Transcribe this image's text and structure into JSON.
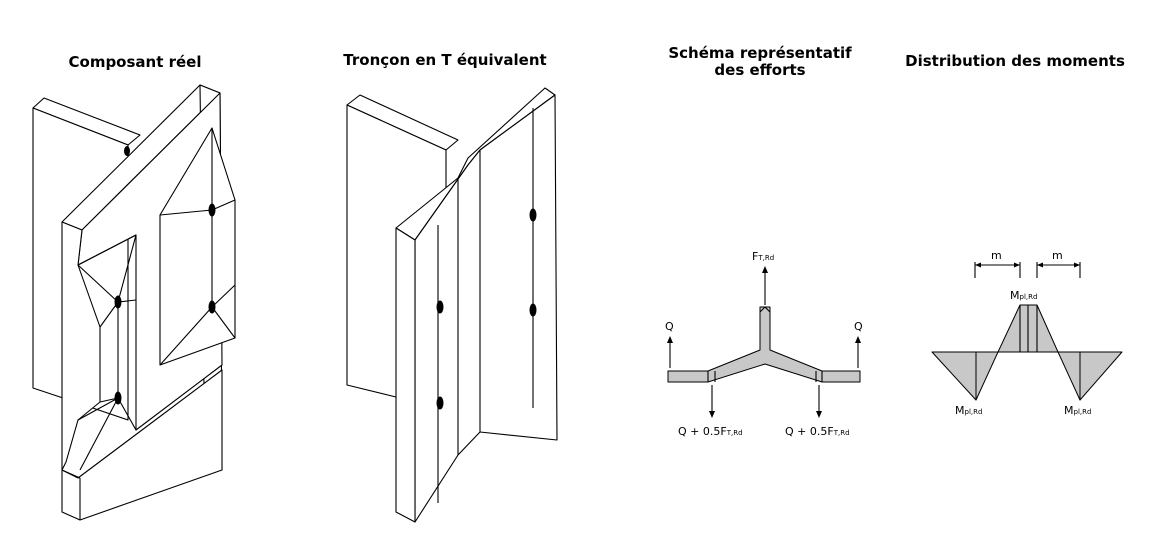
{
  "titles": {
    "panel1": "Composant réel",
    "panel2": "Tronçon en T équivalent",
    "panel3_line1": "Schéma représentatif",
    "panel3_line2": "des efforts",
    "panel4": "Distribution des moments"
  },
  "forces": {
    "ft_main": "F",
    "ft_sub": "T,Rd",
    "q_left": "Q",
    "q_right": "Q",
    "react_left_main": "Q + 0.5F",
    "react_left_sub": "T,Rd",
    "react_right_main": "Q + 0.5F",
    "react_right_sub": "T,Rd"
  },
  "moments": {
    "m_left": "m",
    "m_right": "m",
    "mpl_main": "M",
    "mpl_sub": "pl,Rd",
    "mpl_left_main": "M",
    "mpl_left_sub": "pl,Rd",
    "mpl_right_main": "M",
    "mpl_right_sub": "pl,Rd"
  }
}
